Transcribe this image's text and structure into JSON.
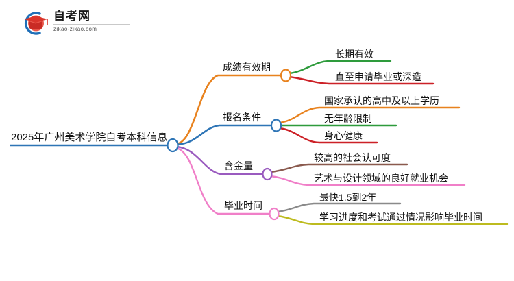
{
  "logo": {
    "title": "自考网",
    "subtitle": "zikao-zikao.com",
    "mark_icon": "graduation-cap-logo-icon",
    "arc_color": "#1f6fb8",
    "cap_color": "#d9342b"
  },
  "mindmap": {
    "root": {
      "label": "2025年广州美术学院自考本科信息",
      "color": "#2e75b6"
    },
    "branches": [
      {
        "label": "成绩有效期",
        "color": "#e8821e",
        "children": [
          {
            "label": "长期有效",
            "color": "#2e9b3c"
          },
          {
            "label": "直至申请毕业或深造",
            "color": "#cc2127"
          }
        ]
      },
      {
        "label": "报名条件",
        "color": "#2e75b6",
        "children": [
          {
            "label": "国家承认的高中及以上学历",
            "color": "#e8821e"
          },
          {
            "label": "无年龄限制",
            "color": "#2e9b3c"
          },
          {
            "label": "身心健康",
            "color": "#cc2127"
          }
        ]
      },
      {
        "label": "含金量",
        "color": "#9a5bbf",
        "children": [
          {
            "label": "较高的社会认可度",
            "color": "#8a5a4e"
          },
          {
            "label": "艺术与设计领域的良好就业机会",
            "color": "#f07fc8"
          }
        ]
      },
      {
        "label": "毕业时间",
        "color": "#f07fc8",
        "children": [
          {
            "label": "最快1.5到2年",
            "color": "#8a8a8a"
          },
          {
            "label": "学习进度和考试通过情况影响毕业时间",
            "color": "#bdbb1f"
          }
        ]
      }
    ]
  }
}
